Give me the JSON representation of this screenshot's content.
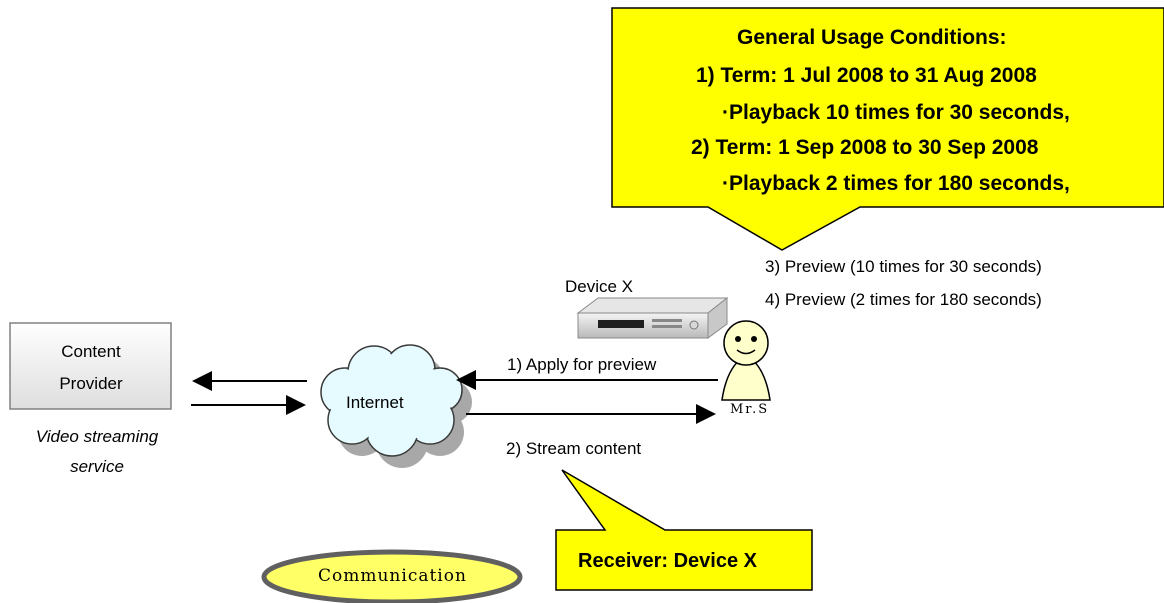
{
  "callout_top": {
    "title": "General Usage Conditions:",
    "lines": [
      "1) Term: 1 Jul 2008 to 31 Aug 2008",
      "Playback 10 times for 30 seconds,",
      "2) Term: 1 Sep 2008 to 30 Sep 2008",
      "Playback 2 times for 180 seconds,"
    ]
  },
  "callout_bottom": {
    "text": "Receiver: Device X"
  },
  "content_provider": {
    "line1": "Content",
    "line2": "Provider"
  },
  "service": {
    "line1": "Video streaming",
    "line2": "service"
  },
  "cloud": {
    "label": "Internet"
  },
  "device": {
    "label": "Device X"
  },
  "person": {
    "name": "Mr.S"
  },
  "steps": {
    "apply": "1) Apply for preview",
    "stream": "2) Stream content",
    "preview1": "3) Preview (10 times for 30 seconds)",
    "preview2": "4) Preview (2 times for 180 seconds)"
  },
  "badge": {
    "text": "Communication"
  },
  "colors": {
    "callout": "#ffff00",
    "badge": "#ffff66",
    "cloud": "#e6fbff",
    "person": "#ffffcc"
  }
}
